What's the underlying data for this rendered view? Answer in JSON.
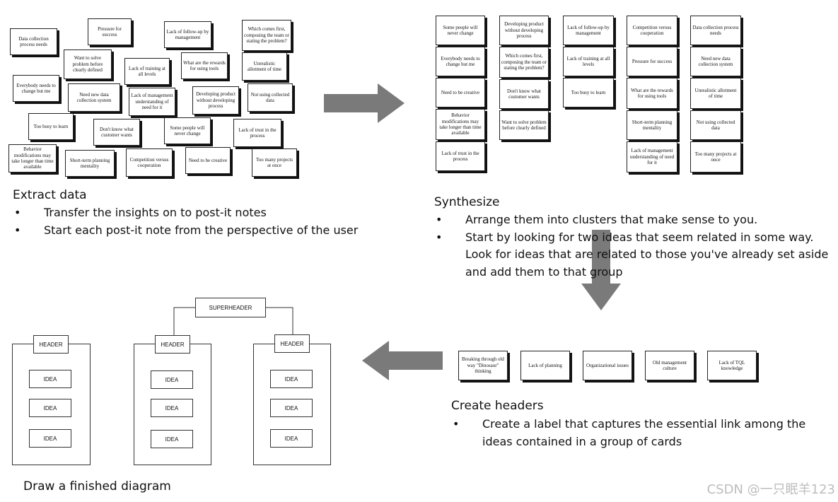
{
  "step1": {
    "title": "Extract data",
    "bullets": [
      "Transfer the insights on to post-it notes",
      "Start each post-it note from the perspective of the user"
    ],
    "notes": [
      "Data collection process needs",
      "Pressure for success",
      "Lack of follow-up by management",
      "Which comes first, composing the team or stating the problem?",
      "Want to solve problem before clearly defined",
      "Lack of training at all levels",
      "What are the rewards for using tools",
      "Unrealistic allotment of time",
      "Everybody needs to change but me",
      "Need new data collection system",
      "Lack of management understanding of need for it",
      "Developing product without developing process",
      "Not using collected data",
      "Too busy to learn",
      "Don't know what customer wants",
      "Some people will never change",
      "Lack of trust in the process",
      "Behavior modifications may take longer than time available",
      "Short-term planning mentality",
      "Competition versus cooperation",
      "Need to be creative",
      "Too many projects at once"
    ]
  },
  "step2": {
    "title": "Synthesize",
    "bullets": [
      "Arrange them into clusters that make sense to you.",
      "Start by looking for two ideas that seem related in some way. Look for ideas that are related to those you've already set aside and add them to that group"
    ],
    "columns": [
      [
        "Some people will never change",
        "Everybody needs to change but me",
        "Need to be creative",
        "Behavior modifications may take longer than time available",
        "Lack of trust in the process"
      ],
      [
        "Developing product without developing process",
        "Which comes first, composing the team or stating the problem?",
        "Don't know what customer wants",
        "Want to solve problem before clearly defined"
      ],
      [
        "Lack of follow-up by management",
        "Lack of training at all levels",
        "Too busy to learn"
      ],
      [
        "Competition versus cooperation",
        "Pressure for success",
        "What are the rewards for using tools",
        "Short-term planning mentality",
        "Lack of management understanding of need for it"
      ],
      [
        "Data collection process needs",
        "Need new data collection system",
        "Unrealistic allotment of time",
        "Not using collected data",
        "Too many projects at once"
      ]
    ]
  },
  "step3": {
    "title": "Create headers",
    "bullets": [
      "Create a label that captures the essential link among the ideas contained in a group of cards"
    ],
    "headers": [
      "Breaking through old way \"Dinosaur\" thinking",
      "Lack of planning",
      "Organizational issues",
      "Old management culture",
      "Lack of TQL knowledge"
    ]
  },
  "step4": {
    "title": "Draw a finished diagram",
    "superheader": "SUPERHEADER",
    "header": "HEADER",
    "idea": "IDEA"
  },
  "watermark": "CSDN @一只眠羊123"
}
